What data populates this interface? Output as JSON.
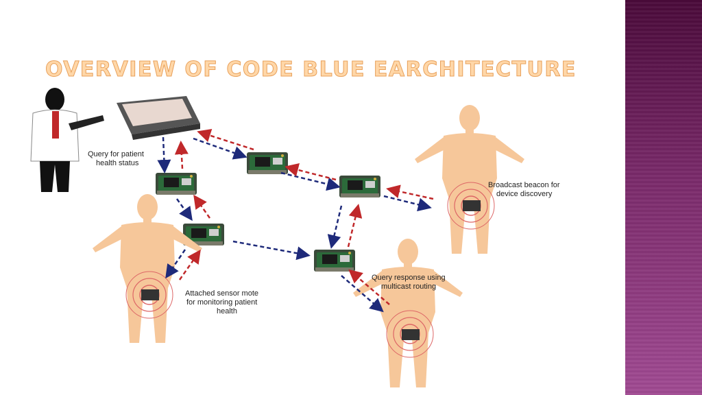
{
  "slide": {
    "title": "Overview of code blue eArchitecture"
  },
  "diagram": {
    "labels": {
      "query": [
        "Query for patient",
        "health status"
      ],
      "beacon": [
        "Broadcast beacon for",
        "device discovery"
      ],
      "response": [
        "Query response using",
        "multicast routing"
      ],
      "attached": [
        "Attached sensor mote",
        "for monitoring patient",
        "health"
      ]
    },
    "colors": {
      "request_arrow": "#1e2a7a",
      "response_arrow": "#c0282a",
      "patient_body": "#f6c79a",
      "band": "#7a2a6a",
      "title": "#ffd7a8"
    },
    "icons": [
      "doctor-icon",
      "pda-icon",
      "sensor-mote-icon",
      "patient-icon"
    ]
  }
}
